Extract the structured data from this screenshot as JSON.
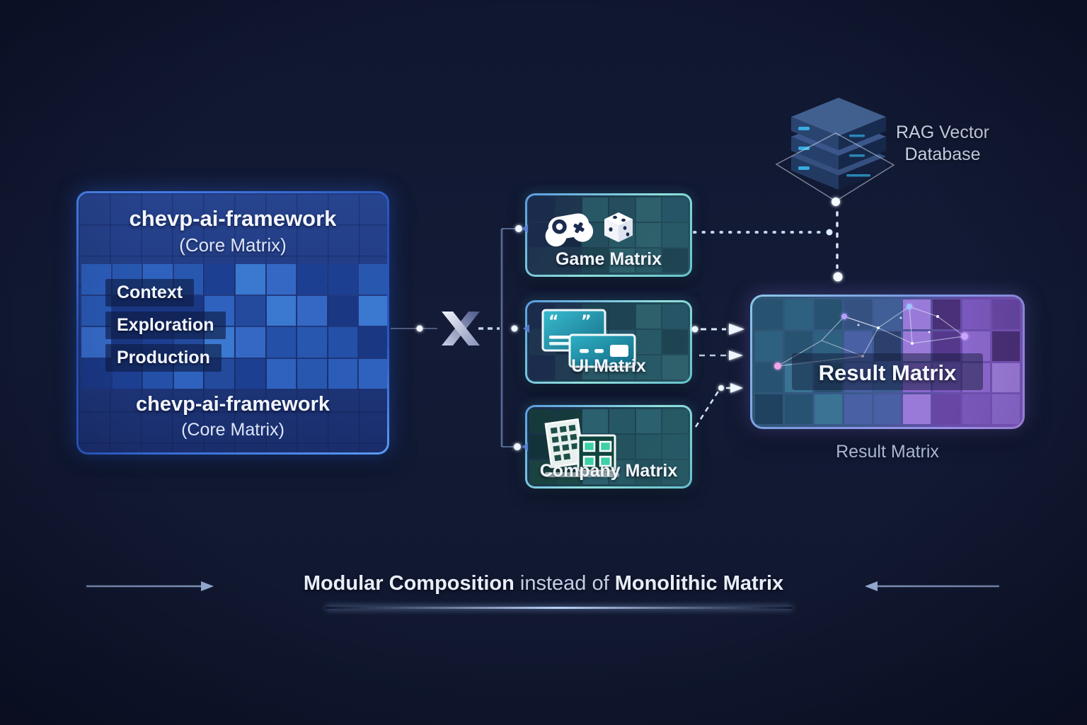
{
  "core_box": {
    "title": "chevp-ai-framework",
    "subtitle": "(Core Matrix)",
    "rows": [
      "Context",
      "Exploration",
      "Production"
    ],
    "footer_title": "chevp-ai-framework",
    "footer_subtitle": "(Core Matrix)"
  },
  "operator": {
    "symbol": "×",
    "name": "multiply-icon"
  },
  "modules": [
    {
      "label": "Game Matrix",
      "icons": [
        "gamepad-icon",
        "dice-icon"
      ]
    },
    {
      "label": "UI Matrix",
      "icons": [
        "ui-cards-icon"
      ]
    },
    {
      "label": "Company Matrix",
      "icons": [
        "buildings-icon"
      ]
    }
  ],
  "database": {
    "label_line1": "RAG Vector",
    "label_line2": "Database",
    "icon": "server-stack-icon"
  },
  "result": {
    "title": "Result Matrix",
    "caption": "Result Matrix"
  },
  "tagline": {
    "bold_left": "Modular Composition",
    "middle": " instead of ",
    "bold_right": "Monolithic Matrix"
  },
  "colors": {
    "background": "#111830",
    "core_border": "#3b74e8",
    "module_border": "#7fd0d8",
    "result_border_blue": "#8ac8e8",
    "result_border_purple": "#a88ae8",
    "accent_purple": "#9a6ae0",
    "glow_white": "#eaf4ff"
  }
}
